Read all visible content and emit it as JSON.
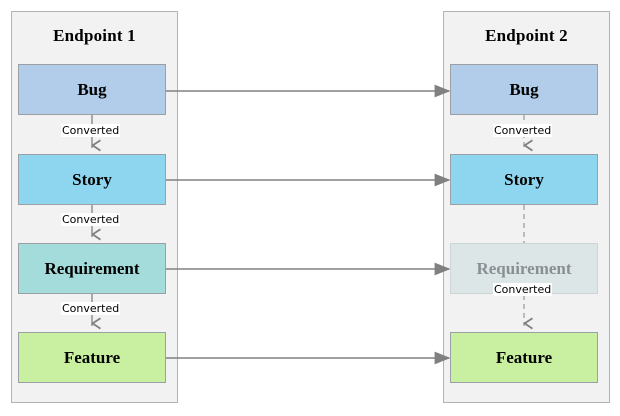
{
  "diagram": {
    "type": "flow-mapping",
    "title": "",
    "background": "#ffffff",
    "colors": {
      "container_fill": "#f2f2f2",
      "container_border": "#b3b3b3",
      "node_border": "#9aa0a6",
      "bug_fill": "#b1cde9",
      "story_fill": "#8ed6ef",
      "requirement_fill": "#a3dcdb",
      "feature_fill": "#c9f0a1",
      "requirement_faded_fill": "#dce6e6",
      "faded_text": "#8a8f94",
      "connector": "#808080",
      "label_text": "#000000"
    }
  },
  "endpoints": [
    {
      "id": "endpoint-1",
      "title": "Endpoint 1",
      "nodes": [
        {
          "id": "bug",
          "label": "Bug",
          "fill": "#b1cde9",
          "faded": false
        },
        {
          "id": "story",
          "label": "Story",
          "fill": "#8ed6ef",
          "faded": false
        },
        {
          "id": "requirement",
          "label": "Requirement",
          "fill": "#a3dcdb",
          "faded": false
        },
        {
          "id": "feature",
          "label": "Feature",
          "fill": "#c9f0a1",
          "faded": false
        }
      ],
      "vertical_edges": [
        {
          "from": "bug",
          "to": "story",
          "label": "Converted",
          "style": "solid"
        },
        {
          "from": "story",
          "to": "requirement",
          "label": "Converted",
          "style": "solid"
        },
        {
          "from": "requirement",
          "to": "feature",
          "label": "Converted",
          "style": "solid"
        }
      ]
    },
    {
      "id": "endpoint-2",
      "title": "Endpoint 2",
      "nodes": [
        {
          "id": "bug",
          "label": "Bug",
          "fill": "#b1cde9",
          "faded": false
        },
        {
          "id": "story",
          "label": "Story",
          "fill": "#8ed6ef",
          "faded": false
        },
        {
          "id": "requirement",
          "label": "Requirement",
          "fill": "#dce6e6",
          "faded": true
        },
        {
          "id": "feature",
          "label": "Feature",
          "fill": "#c9f0a1",
          "faded": false
        }
      ],
      "vertical_edges": [
        {
          "from": "bug",
          "to": "story",
          "label": "Converted",
          "style": "dashed"
        },
        {
          "from": "story",
          "to": "feature",
          "label": "Converted",
          "style": "dashed"
        }
      ]
    }
  ],
  "mapping_edges": [
    {
      "from": "endpoint-1.bug",
      "to": "endpoint-2.bug",
      "label": ""
    },
    {
      "from": "endpoint-1.story",
      "to": "endpoint-2.story",
      "label": ""
    },
    {
      "from": "endpoint-1.requirement",
      "to": "endpoint-2.requirement",
      "label": ""
    },
    {
      "from": "endpoint-1.feature",
      "to": "endpoint-2.feature",
      "label": ""
    }
  ]
}
